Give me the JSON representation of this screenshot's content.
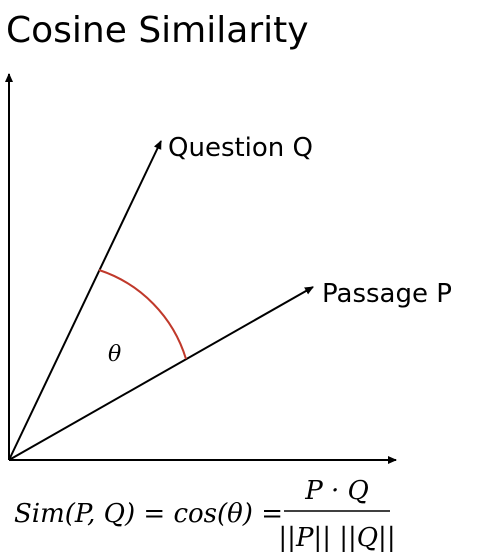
{
  "title": "Cosine Similarity",
  "vectors": {
    "question_label": "Question Q",
    "passage_label": "Passage P"
  },
  "angle_symbol": "θ",
  "formula": {
    "lhs": "Sim(P, Q) = cos(θ) =",
    "numerator": "P · Q",
    "denominator": "||P|| ||Q||"
  },
  "colors": {
    "axes": "#000000",
    "vectors": "#000000",
    "angle_arc": "#c0392b"
  }
}
